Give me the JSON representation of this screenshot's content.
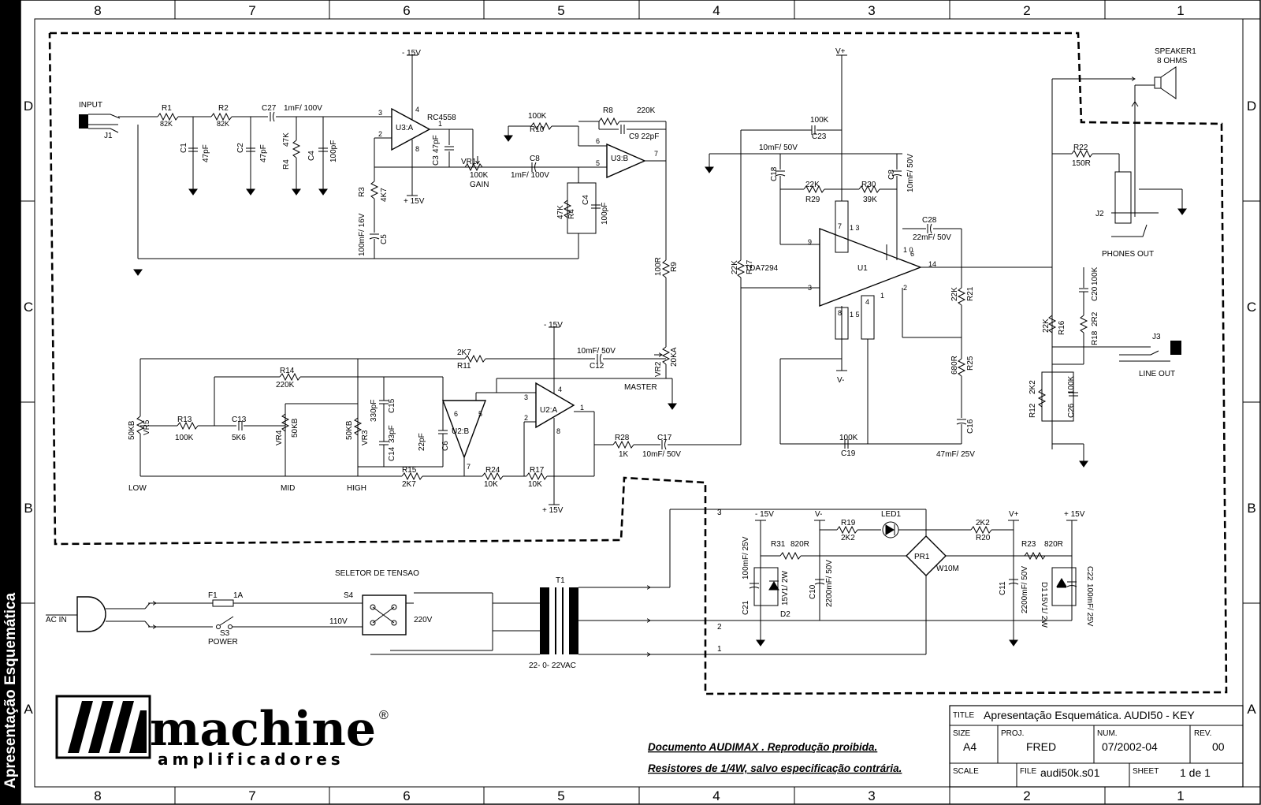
{
  "side_title": "Apresentação Esquemática",
  "zones": {
    "columns": [
      "8",
      "7",
      "6",
      "5",
      "4",
      "3",
      "2",
      "1"
    ],
    "rows": [
      "D",
      "C",
      "B",
      "A"
    ]
  },
  "logo": {
    "brand": "machine",
    "registered": "®",
    "subtitle": "amplificadores"
  },
  "notes": {
    "line1": "Documento AUDIMAX . Reprodução proibida.",
    "line2": "Resistores de 1/4W, salvo especificação contrária."
  },
  "title_block": {
    "title_label": "TITLE",
    "title_value": "Apresentação Esquemática. AUDI50 - KEY",
    "size_label": "SIZE",
    "size_value": "A4",
    "proj_label": "PROJ.",
    "proj_value": "FRED",
    "num_label": "NUM.",
    "num_value": "07/2002-04",
    "rev_label": "REV.",
    "rev_value": "00",
    "scale_label": "SCALE",
    "file_label": "FILE",
    "file_value": "audi50k.s01",
    "sheet_label": "SHEET",
    "sheet_value": "1 de 1"
  },
  "labels": {
    "input": "INPUT",
    "j1": "J1",
    "r1": "R1",
    "r1v": "82K",
    "r2": "R2",
    "r2v": "82K",
    "c27": "C27",
    "c27v": "1mF/ 100V",
    "c1": "C1",
    "c1v": "47pF",
    "c2": "C2",
    "c2v": "47pF",
    "r4a": "R4",
    "r4av": "47K",
    "c4a": "C4",
    "c4av": "100pF",
    "neg15a": "- 15V",
    "pos15a": "+ 15V",
    "u3a": "U3:A",
    "rc4558": "RC4558",
    "c3": "C3",
    "c3v": "47pF",
    "vr1": "VR1",
    "vr1v": "100K",
    "gain": "GAIN",
    "r3": "R3",
    "r3v": "4K7",
    "c5": "C5",
    "c5v": "100mF/ 16V",
    "r10": "R10",
    "r10v": "100K",
    "r8": "R8",
    "r8v": "220K",
    "c9": "C9 22pF",
    "c8": "C8",
    "c8v": "1mF/ 100V",
    "u3b": "U3:B",
    "r4b": "R4",
    "r4bv": "47K",
    "c4b": "C4",
    "c4bv": "100pF",
    "r9": "R9",
    "r9v": "100R",
    "vr2": "VR2",
    "vr2v": "20KA",
    "master": "MASTER",
    "neg15b": "- 15V",
    "pos15b": "+ 15V",
    "r11": "R11",
    "r11v": "2K7",
    "c12": "C12",
    "c12v": "10mF/ 50V",
    "r14": "R14",
    "r14v": "220K",
    "vr5": "VR5",
    "vr5v": "50KB",
    "r13": "R13",
    "r13v": "100K",
    "c13": "C13",
    "c13v": "5K6",
    "vr4": "VR4",
    "vr4v": "50KB",
    "vr3": "VR3",
    "vr3v": "50KB",
    "c15": "C15",
    "c15v": "330pF",
    "c14": "C14",
    "c14v": "33pF",
    "c6": "C6",
    "c6v": "22pF",
    "u2b": "U2:B",
    "u2a": "U2:A",
    "r15": "R15",
    "r15v": "2K7",
    "r24": "R24",
    "r24v": "10K",
    "r17": "R17",
    "r17v": "10K",
    "r28": "R28",
    "r28v": "1K",
    "c17": "C17",
    "c17v": "10mF/ 50V",
    "low": "LOW",
    "mid": "MID",
    "high": "HIGH",
    "vplus_top": "V+",
    "c23": "C23",
    "c23v": "100K",
    "c18": "C18",
    "c18v": "10mF/ 50V",
    "c8b": "C8",
    "c8bv": "10mF/ 50V",
    "r29": "R29",
    "r29v": "22K",
    "r30": "R30",
    "r30v": "39K",
    "c28": "C28",
    "c28v": "22mF/ 50V",
    "r27": "R27",
    "r27v": "22K",
    "tda": "TDA7294",
    "u1": "U1",
    "r21": "R21",
    "r21v": "22K",
    "r25": "R25",
    "r25v": "680R",
    "c16": "C16",
    "c16v": "47mF/ 25V",
    "c19": "C19",
    "c19v": "100K",
    "vminus_amp": "V-",
    "speaker": "SPEAKER1",
    "ohms": "8 OHMS",
    "r22": "R22",
    "r22v": "150R",
    "j2": "J2",
    "phones": "PHONES OUT",
    "c20": "C20",
    "c20v": "100K",
    "r18": "R18",
    "r18v": "2R2",
    "r16": "R16",
    "r16v": "22K",
    "j3": "J3",
    "lineout": "LINE OUT",
    "r12": "R12",
    "r12v": "2K2",
    "c26": "C26",
    "c26v": "100K",
    "acin": "AC IN",
    "f1": "F1",
    "f1v": "1A",
    "s3": "S3",
    "power": "POWER",
    "seletor": "SELETOR DE TENSAO",
    "s4": "S4",
    "v110": "110V",
    "v220": "220V",
    "t1": "T1",
    "vac": "22- 0- 22VAC",
    "neg15c": "- 15V",
    "vminus_ps": "V-",
    "r19": "R19",
    "r19v": "2K2",
    "led1": "LED1",
    "r20": "R20",
    "r20v": "2K2",
    "vplus_ps": "V+",
    "pos15c": "+ 15V",
    "r31": "R31",
    "r31v": "820R",
    "pr1": "PR1",
    "w10m": "W10M",
    "r23": "R23",
    "r23v": "820R",
    "c21": "C21",
    "c21v": "100mF/ 25V",
    "d2": "D2",
    "d2v": "15V1/ 2W",
    "c10": "C10",
    "c10v": "2200mF/ 50V",
    "c11": "C11",
    "c11v": "2200mF/ 50V",
    "d1": "D1",
    "d1v": "15V1/ 2W",
    "c22": "C22",
    "c22v": "100mF/ 25V",
    "p3": "3",
    "p2": "2",
    "p1": "1",
    "u3a_p3": "3",
    "u3a_p2": "2",
    "u3a_p4": "4",
    "u3a_p8": "8",
    "u3a_p1": "1",
    "u3b_p6": "6",
    "u3b_p5": "5",
    "u3b_p7": "7",
    "u2b_p6": "6",
    "u2b_p5": "5",
    "u2b_p7": "7",
    "u2a_p3": "3",
    "u2a_p2": "2",
    "u2a_p4": "4",
    "u2a_p8": "8",
    "u2a_p1": "1",
    "u1_p9": "9",
    "u1_p3": "3",
    "u1_p14": "14",
    "u1_p2": "2",
    "u1_p10": "1 0",
    "u1_p6": "6",
    "u1_p7": "7",
    "u1_p13": "1 3",
    "u1_p8": "8",
    "u1_p15": "1 5",
    "u1_p4": "4",
    "u1_p1": "1"
  }
}
